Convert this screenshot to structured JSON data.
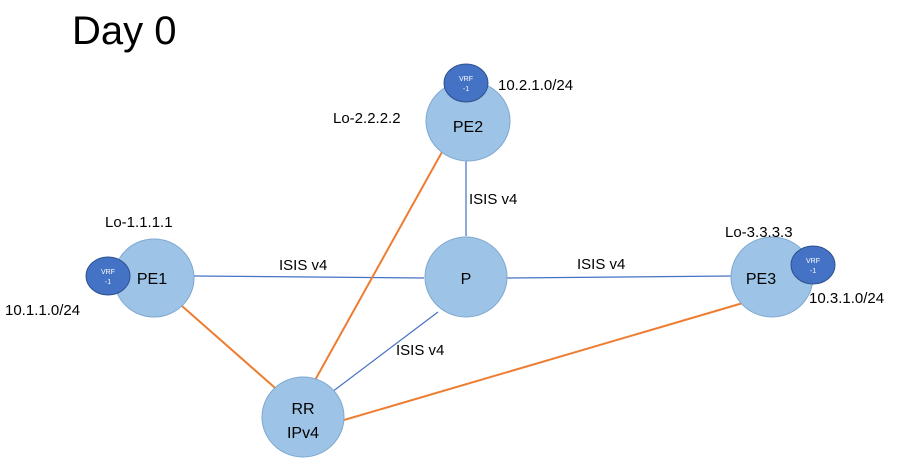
{
  "title": "Day 0",
  "colors": {
    "node_fill": "#9dc3e6",
    "node_stroke": "#7fa9d1",
    "vrf_fill": "#4472c4",
    "vrf_stroke": "#2f528f",
    "igp_link": "#4472c4",
    "bgp_link": "#ed7d31"
  },
  "nodes": {
    "pe1": {
      "label": "PE1",
      "loopback": "Lo-1.1.1.1"
    },
    "pe2": {
      "label": "PE2",
      "loopback": "Lo-2.2.2.2"
    },
    "pe3": {
      "label": "PE3",
      "loopback": "Lo-3.3.3.3"
    },
    "p": {
      "label": "P"
    },
    "rr": {
      "label_line1": "RR",
      "label_line2": "IPv4"
    }
  },
  "vrfs": {
    "pe1": {
      "line1": "VRF",
      "line2": "-1",
      "prefix": "10.1.1.0/24"
    },
    "pe2": {
      "line1": "VRF",
      "line2": "-1",
      "prefix": "10.2.1.0/24"
    },
    "pe3": {
      "line1": "VRF",
      "line2": "-1",
      "prefix": "10.3.1.0/24"
    }
  },
  "links": {
    "pe1_p": "ISIS v4",
    "p_pe3": "ISIS v4",
    "pe2_p": "ISIS v4",
    "p_rr": "ISIS v4"
  }
}
